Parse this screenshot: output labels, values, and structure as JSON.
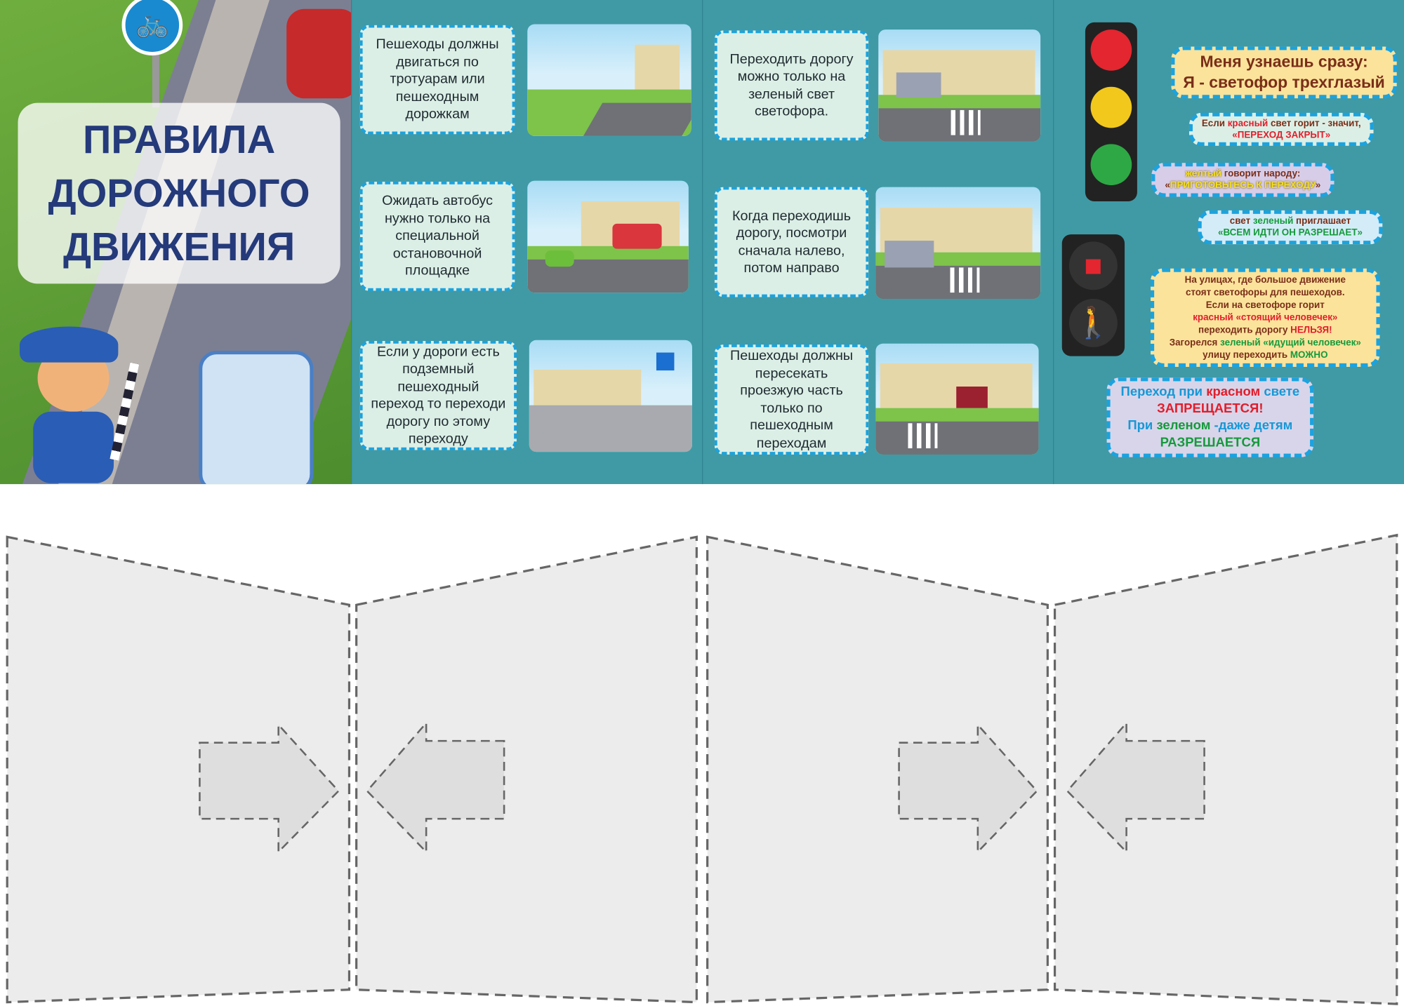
{
  "cover": {
    "title_lines": [
      "ПРАВИЛА",
      "ДОРОЖНОГО",
      "ДВИЖЕНИЯ"
    ],
    "sign_icon": "bicycle-icon"
  },
  "rules": [
    {
      "text": "Пешеходы должны двигаться по тротуарам или пешеходным дорожкам"
    },
    {
      "text": "Ожидать автобус нужно только на специальной остановочной площадке"
    },
    {
      "text": "Если у дороги есть подземный пешеходный переход то переходи дорогу по этому переходу"
    },
    {
      "text": "Переходить дорогу можно только на зеленый свет светофора."
    },
    {
      "text": "Когда переходишь дорогу, посмотри сначала налево, потом направо"
    },
    {
      "text": "Пешеходы должны пересекать проезжую часть только по пешеходным переходам"
    }
  ],
  "traffic": {
    "headline": [
      "Меня узнаешь сразу:",
      "Я - светофор трехглазый"
    ],
    "red": {
      "a": "Если ",
      "b": "красный",
      "c": " свет горит - значит,",
      "d": "«ПЕРЕХОД ЗАКРЫТ»"
    },
    "yellow": {
      "a": "желтый",
      "b": " говорит народу:",
      "c": "«",
      "d": "ПРИГОТОВЬТЕСЬ К ПЕРЕХОДУ",
      "e": "»"
    },
    "green": {
      "a": "свет ",
      "b": "зеленый",
      "c": " приглашает",
      "d": "«ВСЕМ ИДТИ ОН РАЗРЕШАЕТ»"
    },
    "pedestrian": {
      "l1": "На улицах, где большое движение",
      "l2": "стоят светофоры для пешеходов.",
      "l3": "Если на светофоре горит",
      "l4": "красный «стоящий человечек»",
      "l5a": "переходить дорогу ",
      "l5b": "НЕЛЬЗЯ",
      "l5c": "!",
      "l6a": "Загорелся ",
      "l6b": "зеленый «идущий человечек»",
      "l7a": "улицу переходить ",
      "l7b": "МОЖНО"
    },
    "warning": {
      "l1a": "Переход при ",
      "l1b": "красном",
      "l1c": " свете",
      "l2": "ЗАПРЕЩАЕТСЯ!",
      "l3a": "При ",
      "l3b": "зеленом",
      "l3c": " -даже детям",
      "l4": "РАЗРЕШАЕТСЯ"
    }
  },
  "colors": {
    "background": "#3f9aa6",
    "card": "#dcefe6",
    "border": "#1aa3e0",
    "red": "#e21d2b",
    "green": "#159a3b"
  }
}
